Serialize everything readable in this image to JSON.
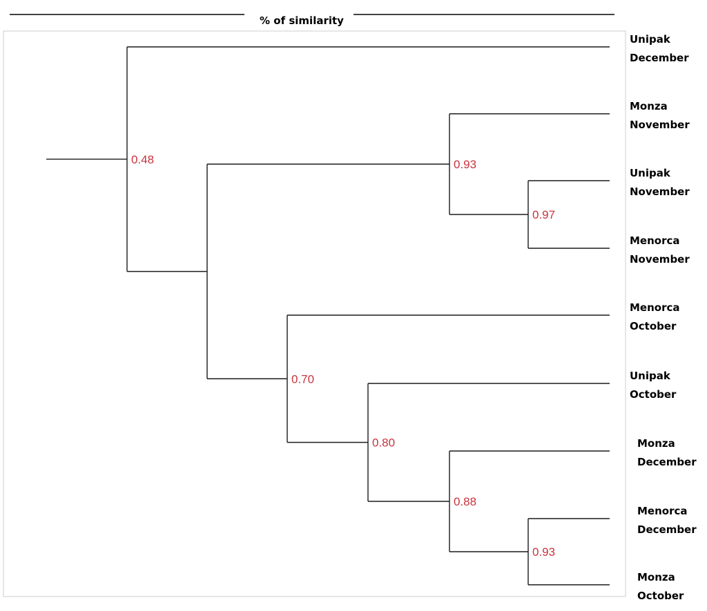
{
  "header": {
    "title": "% of similarity"
  },
  "colors": {
    "line": "#1a1a1a",
    "node_label": "#c8333d",
    "leaf_label": "#000000",
    "frame": "#cccccc"
  },
  "dendrogram": {
    "leaves": [
      {
        "id": "L1",
        "line1": "Unipak",
        "line2": "December"
      },
      {
        "id": "L2",
        "line1": "Monza",
        "line2": "November"
      },
      {
        "id": "L3",
        "line1": "Unipak",
        "line2": "November"
      },
      {
        "id": "L4",
        "line1": "Menorca",
        "line2": "November"
      },
      {
        "id": "L5",
        "line1": "Menorca",
        "line2": "October"
      },
      {
        "id": "L6",
        "line1": "Unipak",
        "line2": "October"
      },
      {
        "id": "L7",
        "line1": "Monza",
        "line2": "December"
      },
      {
        "id": "L8",
        "line1": "Menorca",
        "line2": "December"
      },
      {
        "id": "L9",
        "line1": "Monza",
        "line2": "October"
      }
    ],
    "nodes": [
      {
        "id": "N1",
        "similarity": 0.48,
        "label": "0.48",
        "children": [
          "L1",
          "N2"
        ]
      },
      {
        "id": "N2",
        "children": [
          "N3",
          "N5"
        ]
      },
      {
        "id": "N3",
        "similarity": 0.93,
        "label": "0.93",
        "children": [
          "L2",
          "N4"
        ]
      },
      {
        "id": "N4",
        "similarity": 0.97,
        "label": "0.97",
        "children": [
          "L3",
          "L4"
        ]
      },
      {
        "id": "N5",
        "similarity": 0.7,
        "label": "0.70",
        "children": [
          "L5",
          "N6"
        ]
      },
      {
        "id": "N6",
        "similarity": 0.8,
        "label": "0.80",
        "children": [
          "L6",
          "N7"
        ]
      },
      {
        "id": "N7",
        "similarity": 0.88,
        "label": "0.88",
        "children": [
          "L7",
          "N8"
        ]
      },
      {
        "id": "N8",
        "similarity": 0.93,
        "label": "0.93",
        "children": [
          "L8",
          "L9"
        ]
      }
    ]
  }
}
